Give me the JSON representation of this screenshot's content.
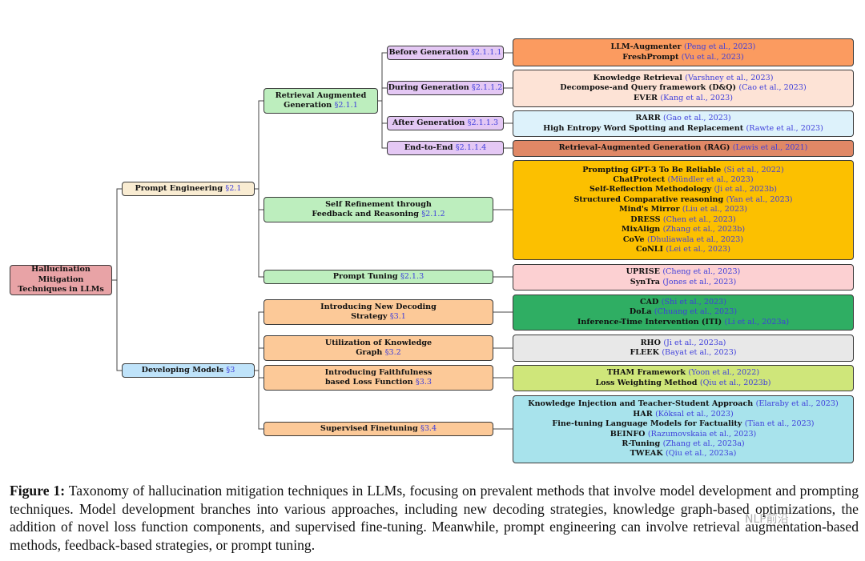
{
  "colors": {
    "root": "#e8a3a6",
    "prompt_engineering": "#f9ecd2",
    "developing_models": "#bfe3fa",
    "retrieval_mid": "#bdeebe",
    "retrieval_sub": "#e4c8f4",
    "dev_mid": "#fcc998",
    "link": "#3e3edb"
  },
  "root": {
    "l1": "Hallucination Mitigation",
    "l2": "Techniques in LLMs"
  },
  "prompt_engineering": {
    "label": "Prompt Engineering",
    "ref": "§2.1"
  },
  "developing_models": {
    "label": "Developing Models",
    "ref": "§3"
  },
  "rag": {
    "l1": "Retrieval Augmented",
    "l2": "Generation",
    "ref": "§2.1.1"
  },
  "self_ref": {
    "l1": "Self Refinement through",
    "l2": "Feedback and Reasoning",
    "ref": "§2.1.2"
  },
  "prompt_tuning": {
    "label": "Prompt Tuning",
    "ref": "§2.1.3"
  },
  "before_gen": {
    "label": "Before Generation",
    "ref": "§2.1.1.1"
  },
  "during_gen": {
    "label": "During Generation",
    "ref": "§2.1.1.2"
  },
  "after_gen": {
    "label": "After Generation",
    "ref": "§2.1.1.3"
  },
  "end_to_end": {
    "label": "End-to-End",
    "ref": "§2.1.1.4"
  },
  "decoding": {
    "l1": "Introducing New Decoding",
    "l2": "Strategy",
    "ref": "§3.1"
  },
  "kg": {
    "l1": "Utilization of Knowledge",
    "l2": "Graph",
    "ref": "§3.2"
  },
  "faithful": {
    "l1": "Introducing Faithfulness",
    "l2": "based Loss Function",
    "ref": "§3.3"
  },
  "sft": {
    "label": "Supervised Finetuning",
    "ref": "§3.4"
  },
  "leaves": {
    "before": {
      "color": "#fb9b60",
      "items": [
        {
          "name": "LLM-Augmenter",
          "ref": "(Peng et al., 2023)"
        },
        {
          "name": "FreshPrompt",
          "ref": "(Vu et al., 2023)"
        }
      ]
    },
    "during": {
      "color": "#fde3d6",
      "items": [
        {
          "name": "Knowledge Retrieval",
          "ref": "(Varshney et al., 2023)"
        },
        {
          "name": "Decompose-and Query framework (D&Q)",
          "ref": "(Cao et al., 2023)"
        },
        {
          "name": "EVER",
          "ref": "(Kang et al., 2023)"
        }
      ]
    },
    "after": {
      "color": "#ddf2fb",
      "items": [
        {
          "name": "RARR",
          "ref": "(Gao et al., 2023)"
        },
        {
          "name": "High Entropy Word Spotting and Replacement",
          "ref": "(Rawte et al., 2023)"
        }
      ]
    },
    "end": {
      "color": "#e08866",
      "items": [
        {
          "name": "Retrieval-Augmented Generation (RAG)",
          "ref": "(Lewis et al., 2021)"
        }
      ]
    },
    "selfref": {
      "color": "#fcc000",
      "items": [
        {
          "name": "Prompting GPT-3 To Be Reliable",
          "ref": "(Si et al., 2022)"
        },
        {
          "name": "ChatProtect",
          "ref": "(Mündler et al., 2023)"
        },
        {
          "name": "Self-Reflection Methodology",
          "ref": "(Ji et al., 2023b)"
        },
        {
          "name": "Structured Comparative reasoning",
          "ref": "(Yan et al., 2023)"
        },
        {
          "name": "Mind's Mirror",
          "ref": "(Liu et al., 2023)"
        },
        {
          "name": "DRESS",
          "ref": "(Chen et al., 2023)"
        },
        {
          "name": "MixAlign",
          "ref": "(Zhang et al., 2023b)"
        },
        {
          "name": "CoVe",
          "ref": "(Dhuliawala et al., 2023)"
        },
        {
          "name": "CoNLI",
          "ref": "(Lei et al., 2023)"
        }
      ]
    },
    "ptuning": {
      "color": "#fcd0d2",
      "items": [
        {
          "name": "UPRISE",
          "ref": "(Cheng et al., 2023)"
        },
        {
          "name": "SynTra",
          "ref": "(Jones et al., 2023)"
        }
      ]
    },
    "decoding": {
      "color": "#2fae63",
      "items": [
        {
          "name": "CAD",
          "ref": "(Shi et al., 2023)"
        },
        {
          "name": "DoLa",
          "ref": "(Chuang et al., 2023)"
        },
        {
          "name": "Inference-Time Intervention (ITI)",
          "ref": "(Li et al., 2023a)"
        }
      ]
    },
    "kg": {
      "color": "#e8e8e8",
      "items": [
        {
          "name": "RHO",
          "ref": "(Ji et al., 2023a)"
        },
        {
          "name": "FLEEK",
          "ref": "(Bayat et al., 2023)"
        }
      ]
    },
    "faithful": {
      "color": "#cfe67a",
      "items": [
        {
          "name": "THAM Framework",
          "ref": "(Yoon et al., 2022)"
        },
        {
          "name": "Loss Weighting Method",
          "ref": "(Qiu et al., 2023b)"
        }
      ]
    },
    "sft": {
      "color": "#a8e3ec",
      "items": [
        {
          "name": "Knowledge Injection and Teacher-Student Approach",
          "ref": "(Elaraby et al., 2023)"
        },
        {
          "name": "HAR",
          "ref": "(Köksal et al., 2023)"
        },
        {
          "name": "Fine-tuning Language Models for Factuality",
          "ref": "(Tian et al., 2023)"
        },
        {
          "name": "BEINFO",
          "ref": "(Razumovskaia et al., 2023)"
        },
        {
          "name": "R-Tuning",
          "ref": "(Zhang et al., 2023a)"
        },
        {
          "name": "TWEAK",
          "ref": "(Qiu et al., 2023a)"
        }
      ]
    }
  },
  "caption": {
    "label": "Figure 1:",
    "text": "Taxonomy of hallucination mitigation techniques in LLMs, focusing on prevalent methods that involve model development and prompting techniques. Model development branches into various approaches, including new decoding strategies, knowledge graph-based optimizations, the addition of novel loss function components, and supervised fine-tuning. Meanwhile, prompt engineering can involve retrieval augmentation-based methods, feedback-based strategies, or prompt tuning."
  },
  "watermark": "NLP前沿"
}
